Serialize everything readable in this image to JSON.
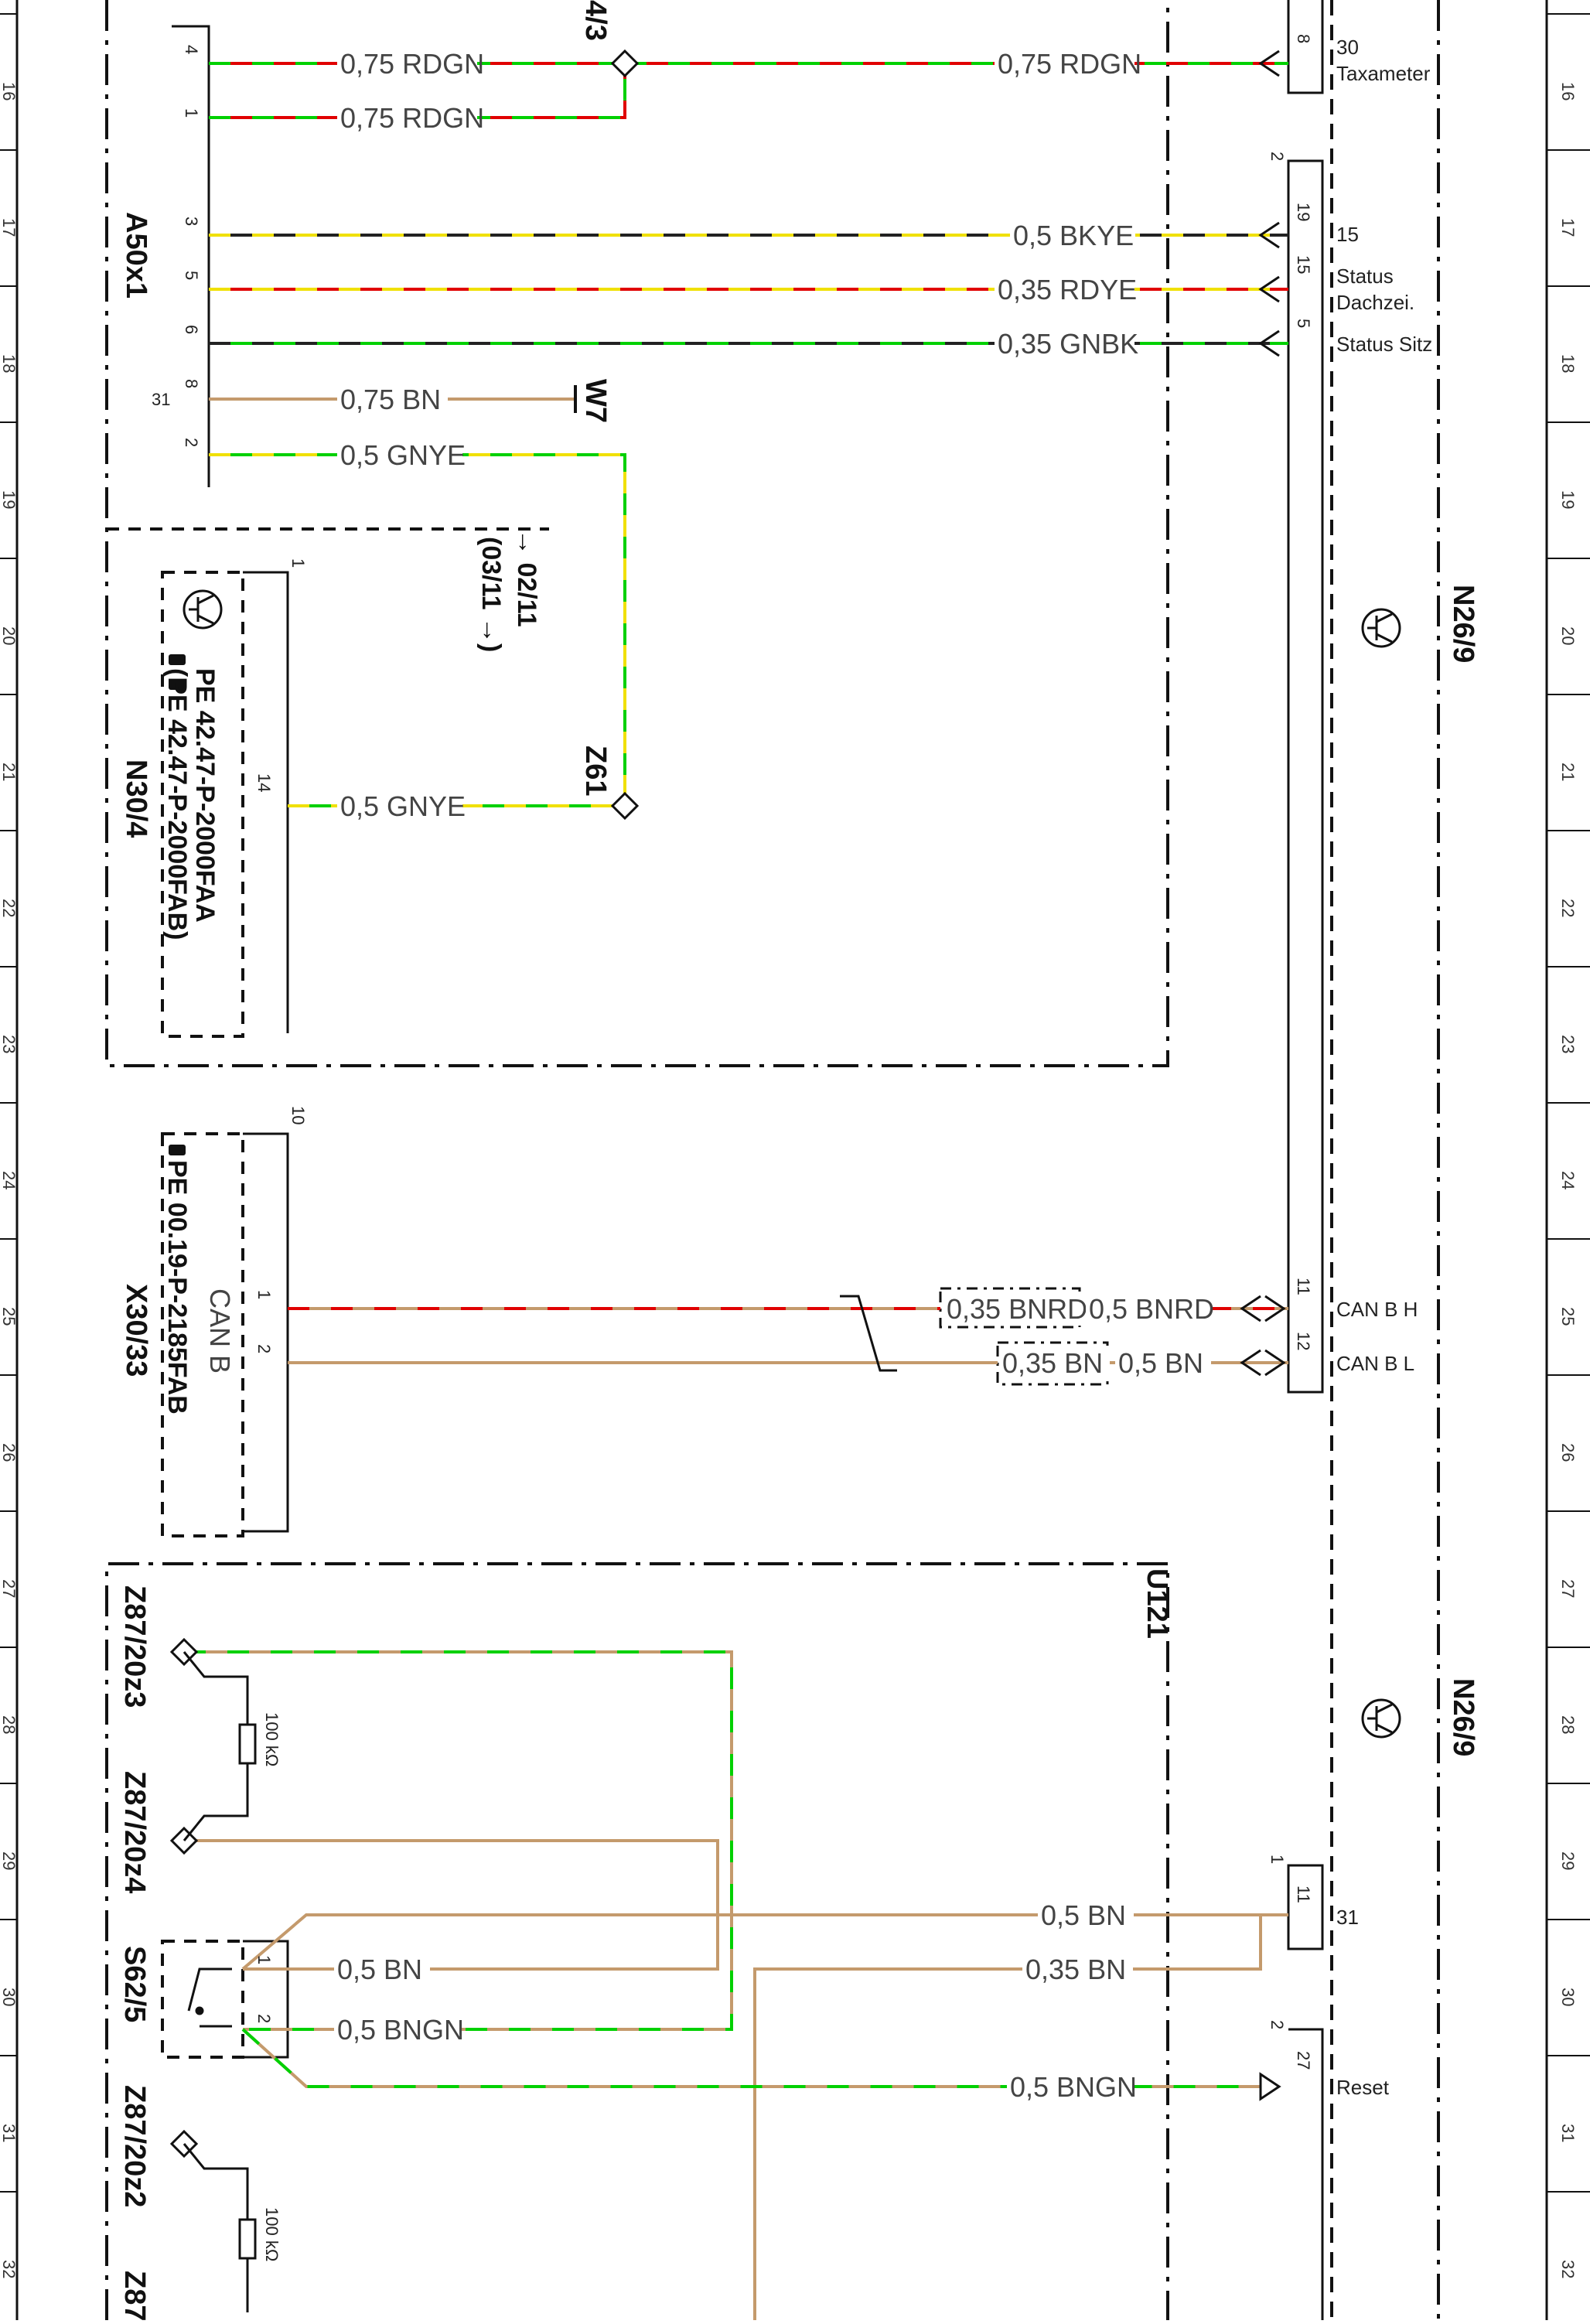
{
  "ruler": {
    "numbers": [
      "16",
      "17",
      "18",
      "19",
      "20",
      "21",
      "22",
      "23",
      "24",
      "25",
      "26",
      "27",
      "28",
      "29",
      "30",
      "31",
      "32"
    ]
  },
  "components": {
    "a50x1": "A50x1",
    "n30_4": "N30/4",
    "x30_33": "X30/33",
    "u121": "U121",
    "n26_9_top": "N26/9",
    "n26_9_bottom": "N26/9",
    "s62_5": "S62/5",
    "z61": "Z61",
    "w7": "W7",
    "z87_20z3": "Z87/20z3",
    "z87_20z4": "Z87/20z4",
    "z87_20z2": "Z87/20z2",
    "z87_cut": "Z87",
    "splice_top_cut": "4/3"
  },
  "references": {
    "pe_n30_a": "PE 42.47-P-2000FAA",
    "pe_n30_b": "(PE 42.47-P-2000FAB)",
    "pe_x30": "PE 00.19-P-2185FAB",
    "canb_label": "CAN B",
    "date_ref_a": "→ 02/11",
    "date_ref_b": "(03/11 →)",
    "resistor_a": "100 kΩ",
    "resistor_b": "100 kΩ"
  },
  "wires": [
    {
      "gauge_color": "0,75 RDGN",
      "colors": [
        "#e00000",
        "#00d000"
      ]
    },
    {
      "gauge_color": "0,75 RDGN",
      "colors": [
        "#e00000",
        "#00d000"
      ]
    },
    {
      "gauge_color": "0,75 RDGN",
      "colors": [
        "#e00000",
        "#00d000"
      ]
    },
    {
      "gauge_color": "0,5 BKYE",
      "colors": [
        "#222222",
        "#f0e000"
      ]
    },
    {
      "gauge_color": "0,35 RDYE",
      "colors": [
        "#e00000",
        "#f0e000"
      ]
    },
    {
      "gauge_color": "0,35 GNBK",
      "colors": [
        "#00d000",
        "#222222"
      ]
    },
    {
      "gauge_color": "0,75 BN",
      "colors": [
        "#c49a6c"
      ]
    },
    {
      "gauge_color": "0,5 GNYE",
      "colors": [
        "#00d000",
        "#f0e000"
      ]
    },
    {
      "gauge_color": "0,5 GNYE",
      "colors": [
        "#00d000",
        "#f0e000"
      ]
    },
    {
      "gauge_color": "0,35 BNRD",
      "colors": [
        "#c49a6c",
        "#e00000"
      ]
    },
    {
      "gauge_color": "0,5 BNRD",
      "colors": [
        "#c49a6c",
        "#e00000"
      ]
    },
    {
      "gauge_color": "0,35 BN",
      "colors": [
        "#c49a6c"
      ]
    },
    {
      "gauge_color": "0,5 BN",
      "colors": [
        "#c49a6c"
      ]
    },
    {
      "gauge_color": "0,5 BN",
      "colors": [
        "#c49a6c"
      ]
    },
    {
      "gauge_color": "0,5 BN",
      "colors": [
        "#c49a6c"
      ]
    },
    {
      "gauge_color": "0,35 BN",
      "colors": [
        "#c49a6c"
      ]
    },
    {
      "gauge_color": "0,5 BNGN",
      "colors": [
        "#c49a6c",
        "#00d000"
      ]
    },
    {
      "gauge_color": "0,5 BNGN",
      "colors": [
        "#c49a6c",
        "#00d000"
      ]
    }
  ],
  "pins": {
    "a50_4": "4",
    "a50_1": "1",
    "a50_3": "3",
    "a50_5": "5",
    "a50_6": "6",
    "a50_8": "8",
    "a50_31": "31",
    "a50_2": "2",
    "n30_conn": "1",
    "n30_14": "14",
    "x30_conn": "10",
    "x30_1": "1",
    "x30_2": "2",
    "n26_8": "8",
    "n26_conn2": "2",
    "n26_19": "19",
    "n26_15": "15",
    "n26_5": "5",
    "n26_11": "11",
    "n26_12": "12",
    "n26_conn1": "1",
    "n26_11b": "11",
    "n26_conn2b": "2",
    "n26_27": "27",
    "s62_1": "1",
    "s62_2": "2"
  },
  "terminals": {
    "t30": "30",
    "taxameter": "Taxameter",
    "t15": "15",
    "status": "Status",
    "dachzei": "Dachzei.",
    "status_sitz": "Status Sitz",
    "can_b_h": "CAN B H",
    "can_b_l": "CAN B L",
    "t31": "31",
    "reset": "Reset"
  },
  "colors": {
    "red": "#e00000",
    "green": "#00d000",
    "yellow": "#f0e000",
    "black": "#222222",
    "brown": "#c49a6c",
    "frame": "#111111"
  }
}
